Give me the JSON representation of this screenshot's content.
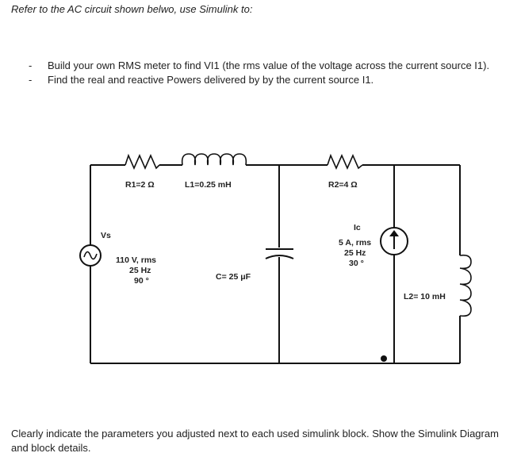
{
  "text": {
    "intro": "Refer to the AC circuit  shown belwo, use Simulink to:",
    "bullets": [
      {
        "dash": "-",
        "text": "Build your own RMS meter to find VI1 (the rms value of the voltage across the current source I1)."
      },
      {
        "dash": "-",
        "text": "Find the real and reactive Powers delivered by by the current source I1."
      }
    ],
    "outro": "Clearly indicate the parameters you adjusted next to each used simulink block.  Show the Simulink Diagram and block details."
  },
  "circuit": {
    "r1": "R1=2 Ω",
    "l1": "L1=0.25 mH",
    "r2": "R2=4 Ω",
    "vs_name": "Vs",
    "vs_value": "110 V, rms",
    "vs_freq": "25 Hz",
    "vs_phase": "90 °",
    "cap": "C= 25 μF",
    "ic_name": "Ic",
    "ic_value": "5 A, rms",
    "ic_freq": "25 Hz",
    "ic_phase": "30 °",
    "l2": "L2= 10 mH"
  }
}
